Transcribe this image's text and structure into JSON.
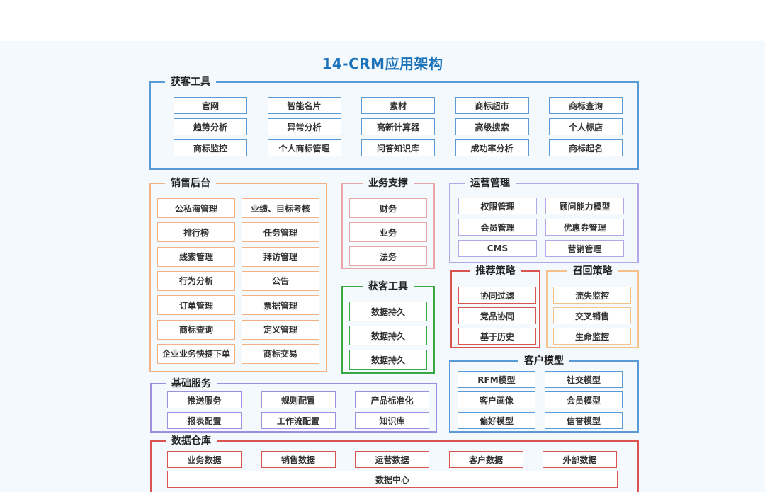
{
  "title": "14-CRM应用架构",
  "colors": {
    "blue": "#5b9bd5",
    "orange": "#f4b183",
    "pink": "#e8a7a7",
    "purple": "#b4a7e8",
    "red": "#d9534f",
    "green": "#3aa845",
    "lightorange": "#f6c28b",
    "skyblue": "#5b9bd5",
    "darkred": "#d9534f",
    "violet": "#9d90e0"
  },
  "acquisition_top": {
    "title": "获客工具",
    "items": [
      "官网",
      "智能名片",
      "素材",
      "商标超市",
      "商标查询",
      "趋势分析",
      "异常分析",
      "高新计算器",
      "高级搜索",
      "个人标店",
      "商标监控",
      "个人商标管理",
      "问答知识库",
      "成功率分析",
      "商标起名"
    ]
  },
  "sales": {
    "title": "销售后台",
    "items": [
      "公私海管理",
      "业绩、目标考核",
      "排行榜",
      "任务管理",
      "线索管理",
      "拜访管理",
      "行为分析",
      "公告",
      "订单管理",
      "票据管理",
      "商标查询",
      "定义管理",
      "企业业务快捷下单",
      "商标交易"
    ]
  },
  "support": {
    "title": "业务支撑",
    "items": [
      "财务",
      "业务",
      "法务"
    ]
  },
  "acquisition_mid": {
    "title": "获客工具",
    "items": [
      "数据持久",
      "数据持久",
      "数据持久"
    ]
  },
  "operations": {
    "title": "运营管理",
    "items": [
      "权限管理",
      "顾问能力模型",
      "会员管理",
      "优惠券管理",
      "CMS",
      "营销管理"
    ]
  },
  "recommend": {
    "title": "推荐策略",
    "items": [
      "协同过滤",
      "竞品协同",
      "基于历史"
    ]
  },
  "recall": {
    "title": "召回策略",
    "items": [
      "流失监控",
      "交叉销售",
      "生命监控"
    ]
  },
  "customer": {
    "title": "客户模型",
    "items": [
      "RFM模型",
      "社交模型",
      "客户画像",
      "会员模型",
      "偏好模型",
      "信誉模型"
    ]
  },
  "base": {
    "title": "基础服务",
    "items": [
      "推送服务",
      "规则配置",
      "产品标准化",
      "报表配置",
      "工作流配置",
      "知识库"
    ]
  },
  "warehouse": {
    "title": "数据仓库",
    "items": [
      "业务数据",
      "销售数据",
      "运营数据",
      "客户数据",
      "外部数据"
    ],
    "center": "数据中心"
  }
}
